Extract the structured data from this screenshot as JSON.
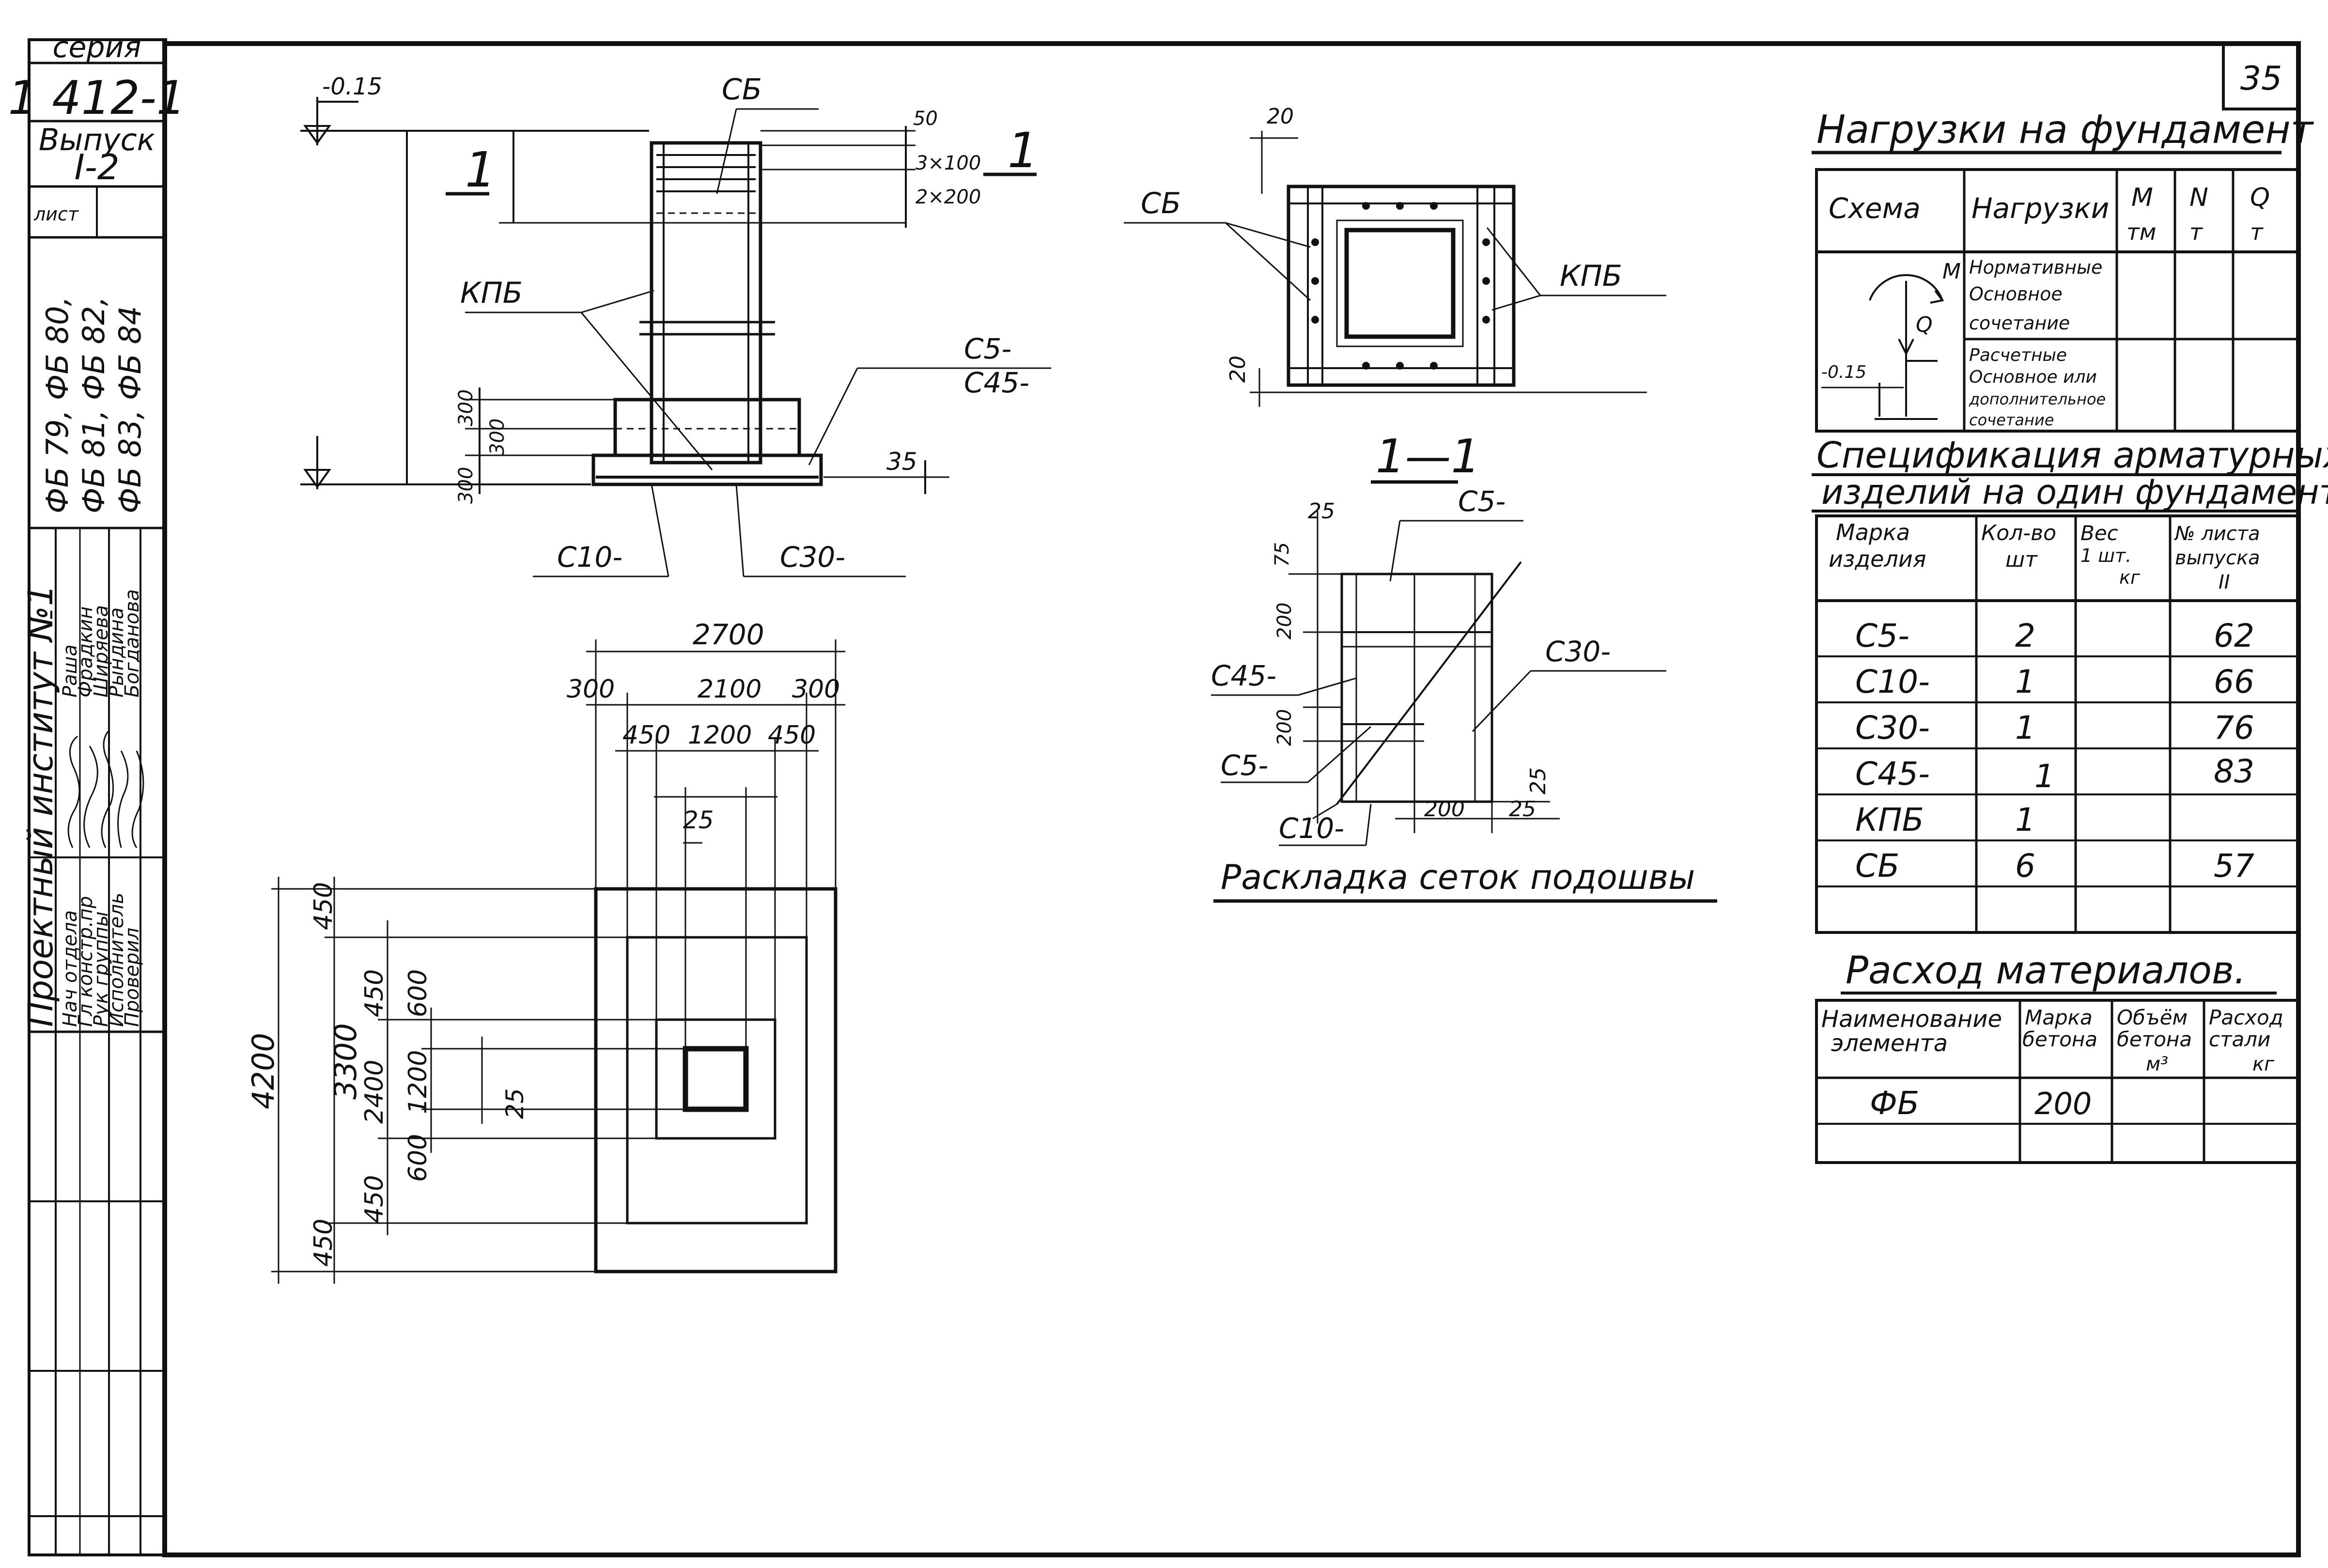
{
  "stamp": {
    "series_label": "серия",
    "series_number": "1 412-1",
    "issue_label": "Выпуск",
    "issue_number": "I-2",
    "sheet_label": "лист",
    "marks_line1": "ФБ 79, ФБ 80,",
    "marks_line2": "ФБ 81, ФБ 82,",
    "marks_line3": "ФБ 83, ФБ 84",
    "institute": "Проектный институт №1",
    "roles": [
      "Нач отдела",
      "Гл констр.пр",
      "Рук группы",
      "Исполнитель",
      "Проверил"
    ],
    "names": [
      "Раша",
      "Фрадкин",
      "Ширяева",
      "Рындина",
      "Богданова"
    ]
  },
  "page_number": "35",
  "elevation": {
    "level_top": "-0.15",
    "section_mark": "1",
    "dims_top": [
      "50",
      "3×100",
      "2×200"
    ],
    "dims_steps": [
      "300",
      "300",
      "300"
    ],
    "dim_side": "35",
    "labels": {
      "sb": "СБ",
      "kpb": "КПБ",
      "c5": "С5-",
      "c45": "С45-",
      "c10": "С10-",
      "c30": "С30-"
    }
  },
  "plan_view": {
    "labels": {
      "sb": "СБ",
      "kpb": "КПБ"
    },
    "dims": [
      "20",
      "20"
    ]
  },
  "section_1_1": {
    "title": "1—1",
    "dims": [
      "25",
      "75",
      "200",
      "200",
      "200",
      "25",
      "25"
    ],
    "labels": {
      "c5_top": "С5-",
      "c45": "С45-",
      "c30": "С30-",
      "c5_bottom": "С5-",
      "c10": "С10-"
    },
    "caption": "Раскладка сеток подошвы"
  },
  "foundation_plan": {
    "dims_top": [
      "2700",
      "300",
      "2100",
      "300",
      "450",
      "1200",
      "450",
      "25"
    ],
    "dims_left_outer": [
      "4200"
    ],
    "dims_left_mid": [
      "3300"
    ],
    "dims_left": [
      "450",
      "450",
      "600",
      "2400",
      "1200",
      "25",
      "600",
      "450",
      "450"
    ]
  },
  "loads_table": {
    "title": "Нагрузки на фундамент",
    "headers": [
      "Схема",
      "Нагрузки",
      "M",
      "тм",
      "N",
      "т",
      "Q",
      "т"
    ],
    "row1": [
      "Нормативные",
      "Основное",
      "сочетание"
    ],
    "row2": [
      "Расчетные",
      "Основное или",
      "дополнительное",
      "сочетание"
    ],
    "scheme_labels": [
      "M",
      "Q",
      "-0.15"
    ]
  },
  "spec_table": {
    "title_line1": "Спецификация арматурных",
    "title_line2": "изделий на один фундамент",
    "headers": [
      [
        "Марка",
        "изделия"
      ],
      [
        "Кол-во",
        "шт"
      ],
      [
        "Вес",
        "1 шт.",
        "кг"
      ],
      [
        "№ листа",
        "выпуска",
        "II"
      ]
    ],
    "rows": [
      {
        "mark": "С5-",
        "qty": "2",
        "sheet": "62"
      },
      {
        "mark": "С10-",
        "qty": "1",
        "sheet": "66"
      },
      {
        "mark": "С30-",
        "qty": "1",
        "sheet": "76"
      },
      {
        "mark": "С45-",
        "qty": "1",
        "sheet": "83"
      },
      {
        "mark": "КПБ",
        "qty": "1",
        "sheet": ""
      },
      {
        "mark": "СБ",
        "qty": "6",
        "sheet": "57"
      }
    ]
  },
  "materials_table": {
    "title": "Расход материалов.",
    "headers": [
      [
        "Наименование",
        "элемента"
      ],
      [
        "Марка",
        "бетона"
      ],
      [
        "Объём",
        "бетона",
        "м³"
      ],
      [
        "Расход",
        "стали",
        "кг"
      ]
    ],
    "rows": [
      {
        "element": "ФБ",
        "grade": "200"
      }
    ]
  }
}
